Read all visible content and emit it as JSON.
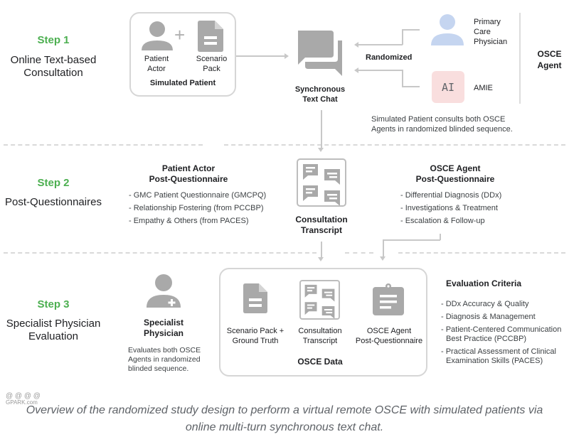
{
  "step1": {
    "number": "Step 1",
    "title_line1": "Online Text-based",
    "title_line2": "Consultation",
    "simulated_patient": {
      "actor_line1": "Patient",
      "actor_line2": "Actor",
      "plus": "+",
      "pack_line1": "Scenario",
      "pack_line2": "Pack",
      "label": "Simulated Patient"
    },
    "chat": {
      "label_line1": "Synchronous",
      "label_line2": "Text Chat"
    },
    "randomized_label": "Randomized",
    "agents": {
      "pcp_line1": "Primary",
      "pcp_line2": "Care",
      "pcp_line3": "Physician",
      "ai_badge": "AI",
      "amie": "AMIE",
      "group_line1": "OSCE",
      "group_line2": "Agent"
    },
    "note_line1": "Simulated Patient consults both OSCE",
    "note_line2": "Agents in randomized blinded sequence."
  },
  "step2": {
    "number": "Step 2",
    "title": "Post-Questionnaires",
    "patient_q": {
      "title_line1": "Patient Actor",
      "title_line2": "Post-Questionnaire",
      "items": [
        "- GMC Patient Questionnaire (GMCPQ)",
        "- Relationship Fostering (from PCCBP)",
        "- Empathy & Others (from PACES)"
      ]
    },
    "transcript": {
      "label_line1": "Consultation",
      "label_line2": "Transcript"
    },
    "agent_q": {
      "title_line1": "OSCE Agent",
      "title_line2": "Post-Questionnaire",
      "items": [
        "- Differential Diagnosis (DDx)",
        "- Investigations & Treatment",
        "- Escalation & Follow-up"
      ]
    }
  },
  "step3": {
    "number": "Step 3",
    "title_line1": "Specialist Physician",
    "title_line2": "Evaluation",
    "specialist": {
      "label_line1": "Specialist",
      "label_line2": "Physician",
      "desc_line1": "Evaluates both OSCE",
      "desc_line2": "Agents in randomized",
      "desc_line3": "blinded sequence."
    },
    "osce_data": {
      "label": "OSCE Data",
      "items": [
        {
          "line1": "Scenario Pack +",
          "line2": "Ground Truth"
        },
        {
          "line1": "Consultation",
          "line2": "Transcript"
        },
        {
          "line1": "OSCE Agent",
          "line2": "Post-Questionnaire"
        }
      ]
    },
    "criteria": {
      "title": "Evaluation Criteria",
      "items": [
        {
          "line1": "- DDx Accuracy & Quality",
          "line2": ""
        },
        {
          "line1": "- Diagnosis & Management",
          "line2": ""
        },
        {
          "line1": "- Patient-Centered Communication",
          "line2": "Best Practice (PCCBP)"
        },
        {
          "line1": "- Practical Assessment of Clinical",
          "line2": "Examination Skills (PACES)"
        }
      ]
    }
  },
  "caption": {
    "line1": "Overview of the randomized study design to perform a virtual remote OSCE with simulated patients via",
    "line2": "online multi-turn synchronous text chat."
  },
  "watermark": {
    "line1": "@ @ @ @",
    "line2": "GPARK.com"
  },
  "colors": {
    "step_green": "#4caf50",
    "icon_gray": "#a9a9a9",
    "pcp_blue": "#c5d5f0",
    "ai_pink": "#f9dede"
  }
}
